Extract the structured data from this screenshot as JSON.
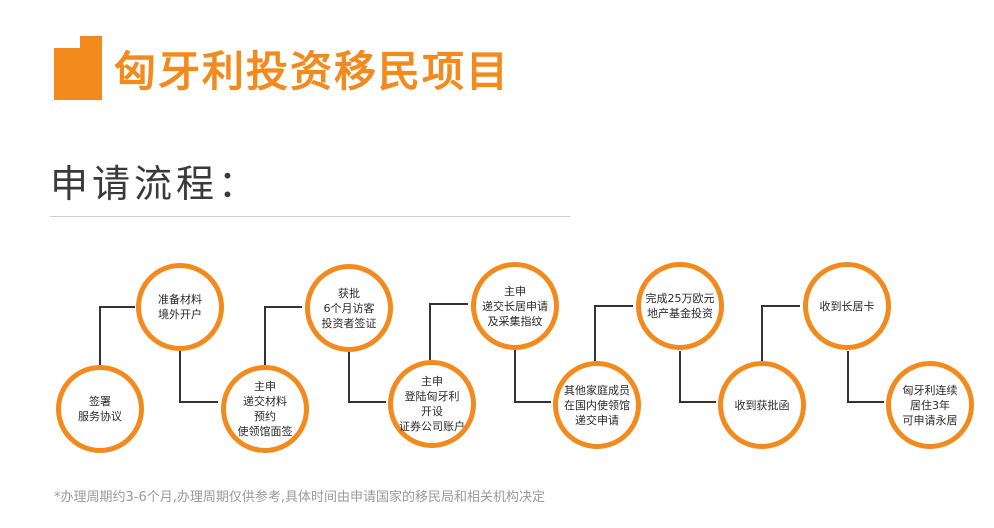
{
  "title": "匈牙利投资移民项目",
  "subtitle": "申请流程：",
  "steps": [
    {
      "id": "sign",
      "lines": [
        "签署",
        "服务协议"
      ]
    },
    {
      "id": "prepare",
      "lines": [
        "准备材料",
        "境外开户"
      ]
    },
    {
      "id": "submit",
      "lines": [
        "主申",
        "递交材料",
        "预约",
        "使领馆面签"
      ]
    },
    {
      "id": "visa",
      "lines": [
        "获批",
        "6个月访客",
        "投资者签证"
      ]
    },
    {
      "id": "land",
      "lines": [
        "主申",
        "登陆匈牙利",
        "开设",
        "证券公司账户"
      ]
    },
    {
      "id": "residence",
      "lines": [
        "主申",
        "递交长居申请",
        "及采集指纹"
      ]
    },
    {
      "id": "family",
      "lines": [
        "其他家庭成员",
        "在国内使领馆",
        "递交申请"
      ]
    },
    {
      "id": "invest",
      "lines": [
        "完成25万欧元",
        "地产基金投资"
      ]
    },
    {
      "id": "approval",
      "lines": [
        "收到获批函"
      ]
    },
    {
      "id": "card",
      "lines": [
        "收到长居卡"
      ]
    },
    {
      "id": "permanent",
      "lines": [
        "匈牙利连续",
        "居住3年",
        "可申请永居"
      ]
    }
  ],
  "footnote": "*办理周期约3-6个月,办理周期仅供参考,具体时间由申请国家的移民局和相关机构决定",
  "colors": {
    "accent": "#f28a1d",
    "text": "#2a2a2a",
    "muted": "#9a9a9a"
  }
}
